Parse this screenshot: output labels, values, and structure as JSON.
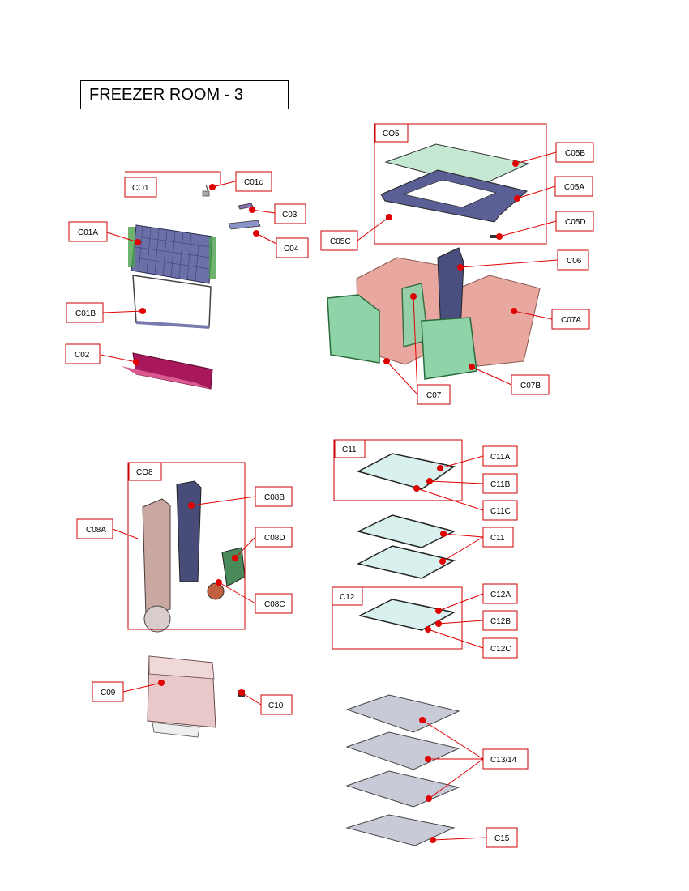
{
  "title": "FREEZER ROOM - 3",
  "colors": {
    "leader": "#e00000",
    "dot": "#e00000",
    "frame": "#cc0000"
  },
  "labels": {
    "C01": "CO1",
    "C01c": "C01c",
    "C01A": "C01A",
    "C01B": "C01B",
    "C02": "C02",
    "C03": "C03",
    "C04": "C04",
    "C05": "CO5",
    "C05B": "C05B",
    "C05A": "C05A",
    "C05C": "C05C",
    "C05D": "C05D",
    "C06": "C06",
    "C07A": "C07A",
    "C07": "C07",
    "C07B": "C07B",
    "C08": "CO8",
    "C08A": "C08A",
    "C08B": "C08B",
    "C08D": "C08D",
    "C08C": "C08C",
    "C09": "C09",
    "C10": "C10",
    "C11": "C11",
    "C11A": "C11A",
    "C11B": "C11B",
    "C11C": "C11C",
    "C11b": "C11",
    "C12": "C12",
    "C12A": "C12A",
    "C12B": "C12B",
    "C12C": "C12C",
    "C1314": "C13/14",
    "C15": "C15"
  }
}
